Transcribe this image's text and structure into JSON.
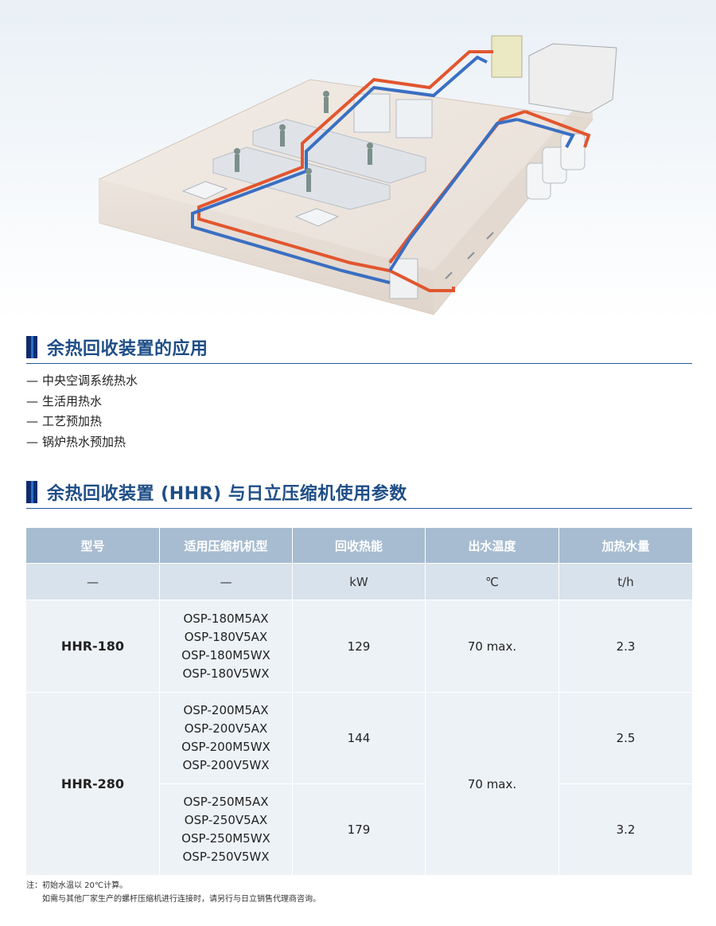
{
  "sections": {
    "applications": {
      "title": "余热回收装置的应用",
      "items": [
        "中央空调系统热水",
        "生活用热水",
        "工艺预加热",
        "锅炉热水预加热"
      ],
      "dash": "—"
    },
    "params": {
      "title": "余热回收装置 (HHR) 与日立压缩机使用参数"
    }
  },
  "table": {
    "headers": [
      "型号",
      "适用压缩机机型",
      "回收热能",
      "出水温度",
      "加热水量"
    ],
    "units": [
      "—",
      "—",
      "kW",
      "℃",
      "t/h"
    ],
    "rows": [
      {
        "model": "HHR-180",
        "groups": [
          {
            "compressors": [
              "OSP-180M5AX",
              "OSP-180V5AX",
              "OSP-180M5WX",
              "OSP-180V5WX"
            ],
            "heat": "129",
            "water": "2.3"
          }
        ],
        "temp": "70 max."
      },
      {
        "model": "HHR-280",
        "groups": [
          {
            "compressors": [
              "OSP-200M5AX",
              "OSP-200V5AX",
              "OSP-200M5WX",
              "OSP-200V5WX"
            ],
            "heat": "144",
            "water": "2.5"
          },
          {
            "compressors": [
              "OSP-250M5AX",
              "OSP-250V5AX",
              "OSP-250M5WX",
              "OSP-250V5WX"
            ],
            "heat": "179",
            "water": "3.2"
          }
        ],
        "temp": "70 max."
      }
    ]
  },
  "notes": {
    "line1": "注：初始水温以 20℃计算。",
    "line2": "如需与其他厂家生产的螺杆压缩机进行连接时，请另行与日立销售代理商咨询。"
  },
  "colors": {
    "hot_pipe": "#e2562f",
    "cold_pipe": "#3a6fc2",
    "header_bg": "#a7bcd0",
    "title_color": "#1f4e86"
  }
}
